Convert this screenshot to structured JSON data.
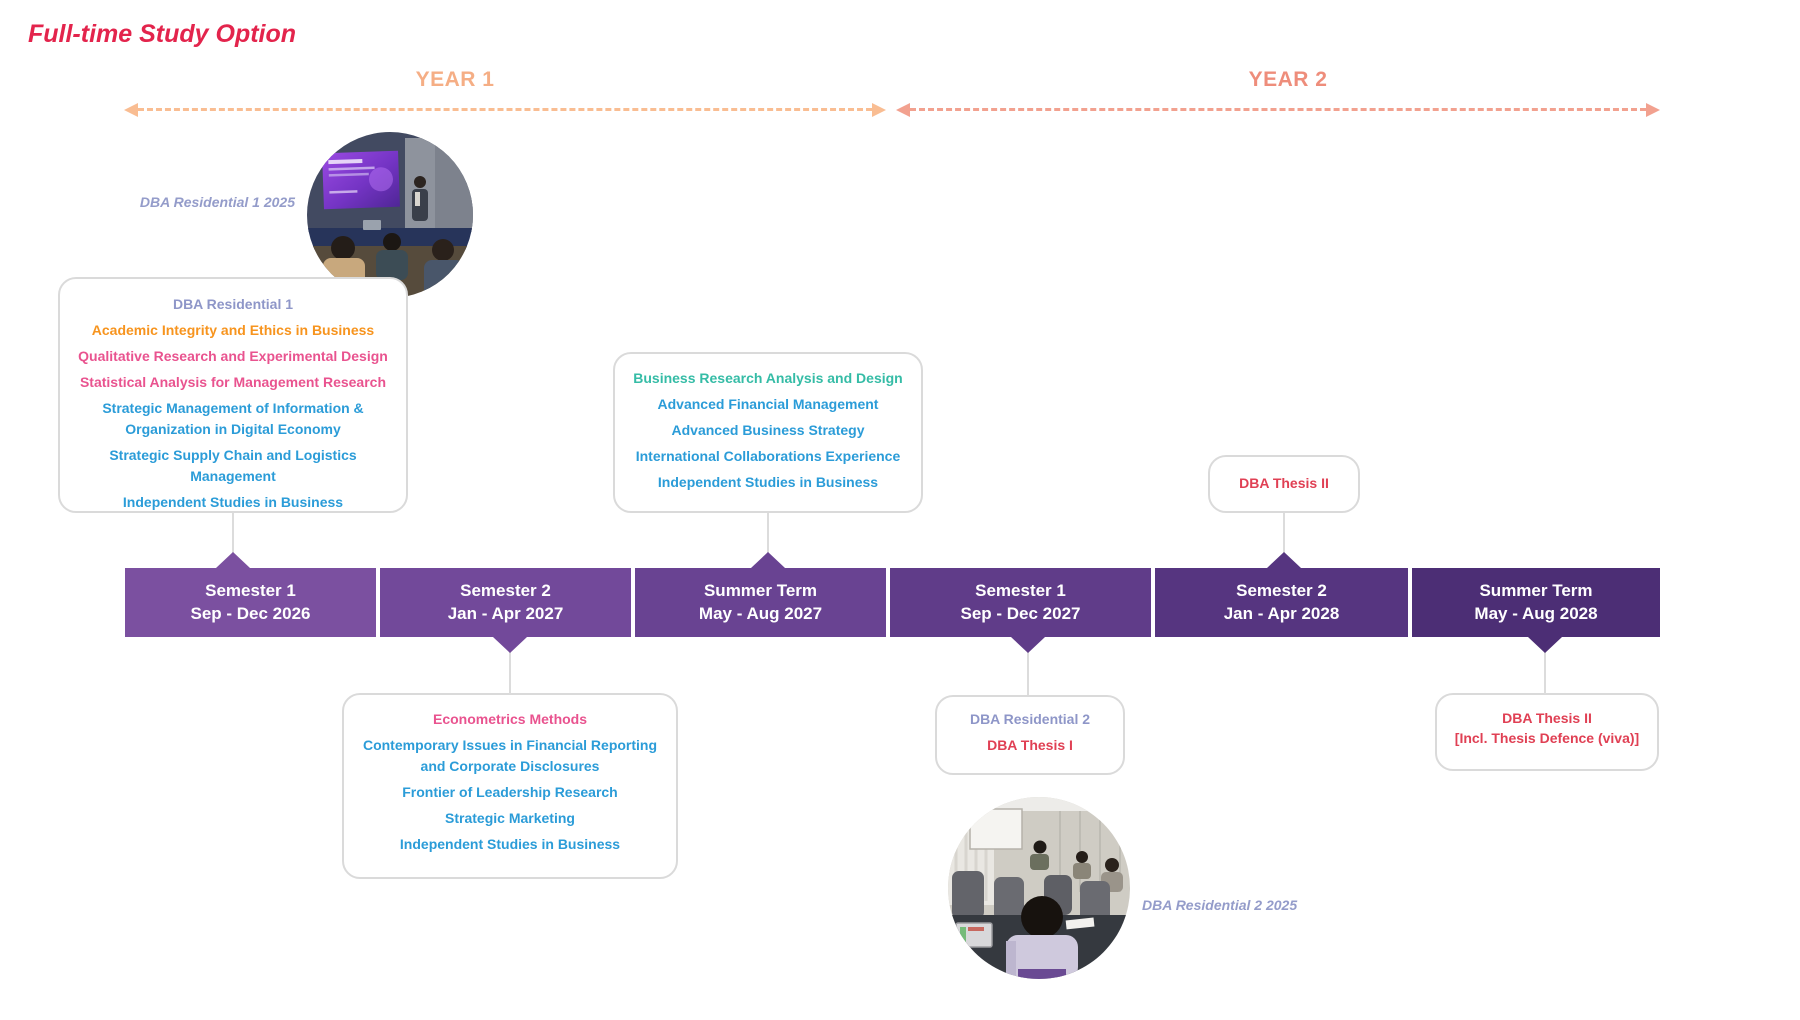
{
  "title": "Full-time Study Option",
  "timeline": {
    "year1_label": "YEAR 1",
    "year2_label": "YEAR 2"
  },
  "photos": {
    "residential1_caption": "DBA Residential 1 2025",
    "residential2_caption": "DBA Residential 2 2025"
  },
  "semesters": [
    {
      "name": "Semester 1",
      "dates": "Sep - Dec 2026",
      "color": "#7b50a0"
    },
    {
      "name": "Semester 2",
      "dates": "Jan - Apr 2027",
      "color": "#72499a"
    },
    {
      "name": "Summer Term",
      "dates": "May - Aug 2027",
      "color": "#694392"
    },
    {
      "name": "Semester 1",
      "dates": "Sep - Dec 2027",
      "color": "#603c89"
    },
    {
      "name": "Semester 2",
      "dates": "Jan - Apr 2028",
      "color": "#563580"
    },
    {
      "name": "Summer Term",
      "dates": "May - Aug 2028",
      "color": "#4c2e75"
    }
  ],
  "course_boxes": {
    "residential1": {
      "items": [
        {
          "text": "DBA Residential 1",
          "color": "lavender"
        },
        {
          "text": "Academic Integrity and Ethics in Business",
          "color": "orange"
        },
        {
          "text": "Qualitative Research and Experimental Design",
          "color": "pink"
        },
        {
          "text": "Statistical Analysis for Management Research",
          "color": "pink"
        },
        {
          "text": "Strategic Management of Information & Organization in Digital Economy",
          "color": "blue"
        },
        {
          "text": "Strategic Supply Chain and Logistics Management",
          "color": "blue"
        },
        {
          "text": "Independent Studies in Business",
          "color": "blue"
        }
      ]
    },
    "summer_term_2027": {
      "items": [
        {
          "text": "Business Research Analysis and Design",
          "color": "teal"
        },
        {
          "text": "Advanced Financial Management",
          "color": "blue"
        },
        {
          "text": "Advanced Business Strategy",
          "color": "blue"
        },
        {
          "text": "International Collaborations Experience",
          "color": "blue"
        },
        {
          "text": "Independent Studies in Business",
          "color": "blue"
        }
      ]
    },
    "semester2_2027": {
      "items": [
        {
          "text": "Econometrics Methods",
          "color": "pink"
        },
        {
          "text": "Contemporary Issues in Financial Reporting and Corporate Disclosures",
          "color": "blue"
        },
        {
          "text": "Frontier of Leadership Research",
          "color": "blue"
        },
        {
          "text": "Strategic Marketing",
          "color": "blue"
        },
        {
          "text": "Independent Studies in Business",
          "color": "blue"
        }
      ]
    },
    "residential2": {
      "items": [
        {
          "text": "DBA Residential 2",
          "color": "lavender"
        },
        {
          "text": "DBA Thesis I",
          "color": "red"
        }
      ]
    },
    "thesis2": {
      "items": [
        {
          "text": "DBA Thesis II",
          "color": "red"
        }
      ]
    },
    "thesis2_viva": {
      "items": [
        {
          "text": "DBA Thesis II",
          "color": "red"
        },
        {
          "text": "[Incl. Thesis Defence (viva)]",
          "color": "red"
        }
      ]
    }
  },
  "colors": {
    "title_red": "#e3244c",
    "thesis_red": "#e04054",
    "lavender": "#8e96c8",
    "orange": "#f7941e",
    "pink": "#e9538f",
    "blue": "#2b9cd8",
    "teal": "#35bca6",
    "year1_accent": "#f5ae85",
    "year2_accent": "#ee8d7b",
    "year1_line": "#f9bd92",
    "year2_line": "#f2a18f",
    "semester_purples": [
      "#7b50a0",
      "#72499a",
      "#694392",
      "#603c89",
      "#563580",
      "#4c2e75"
    ]
  }
}
